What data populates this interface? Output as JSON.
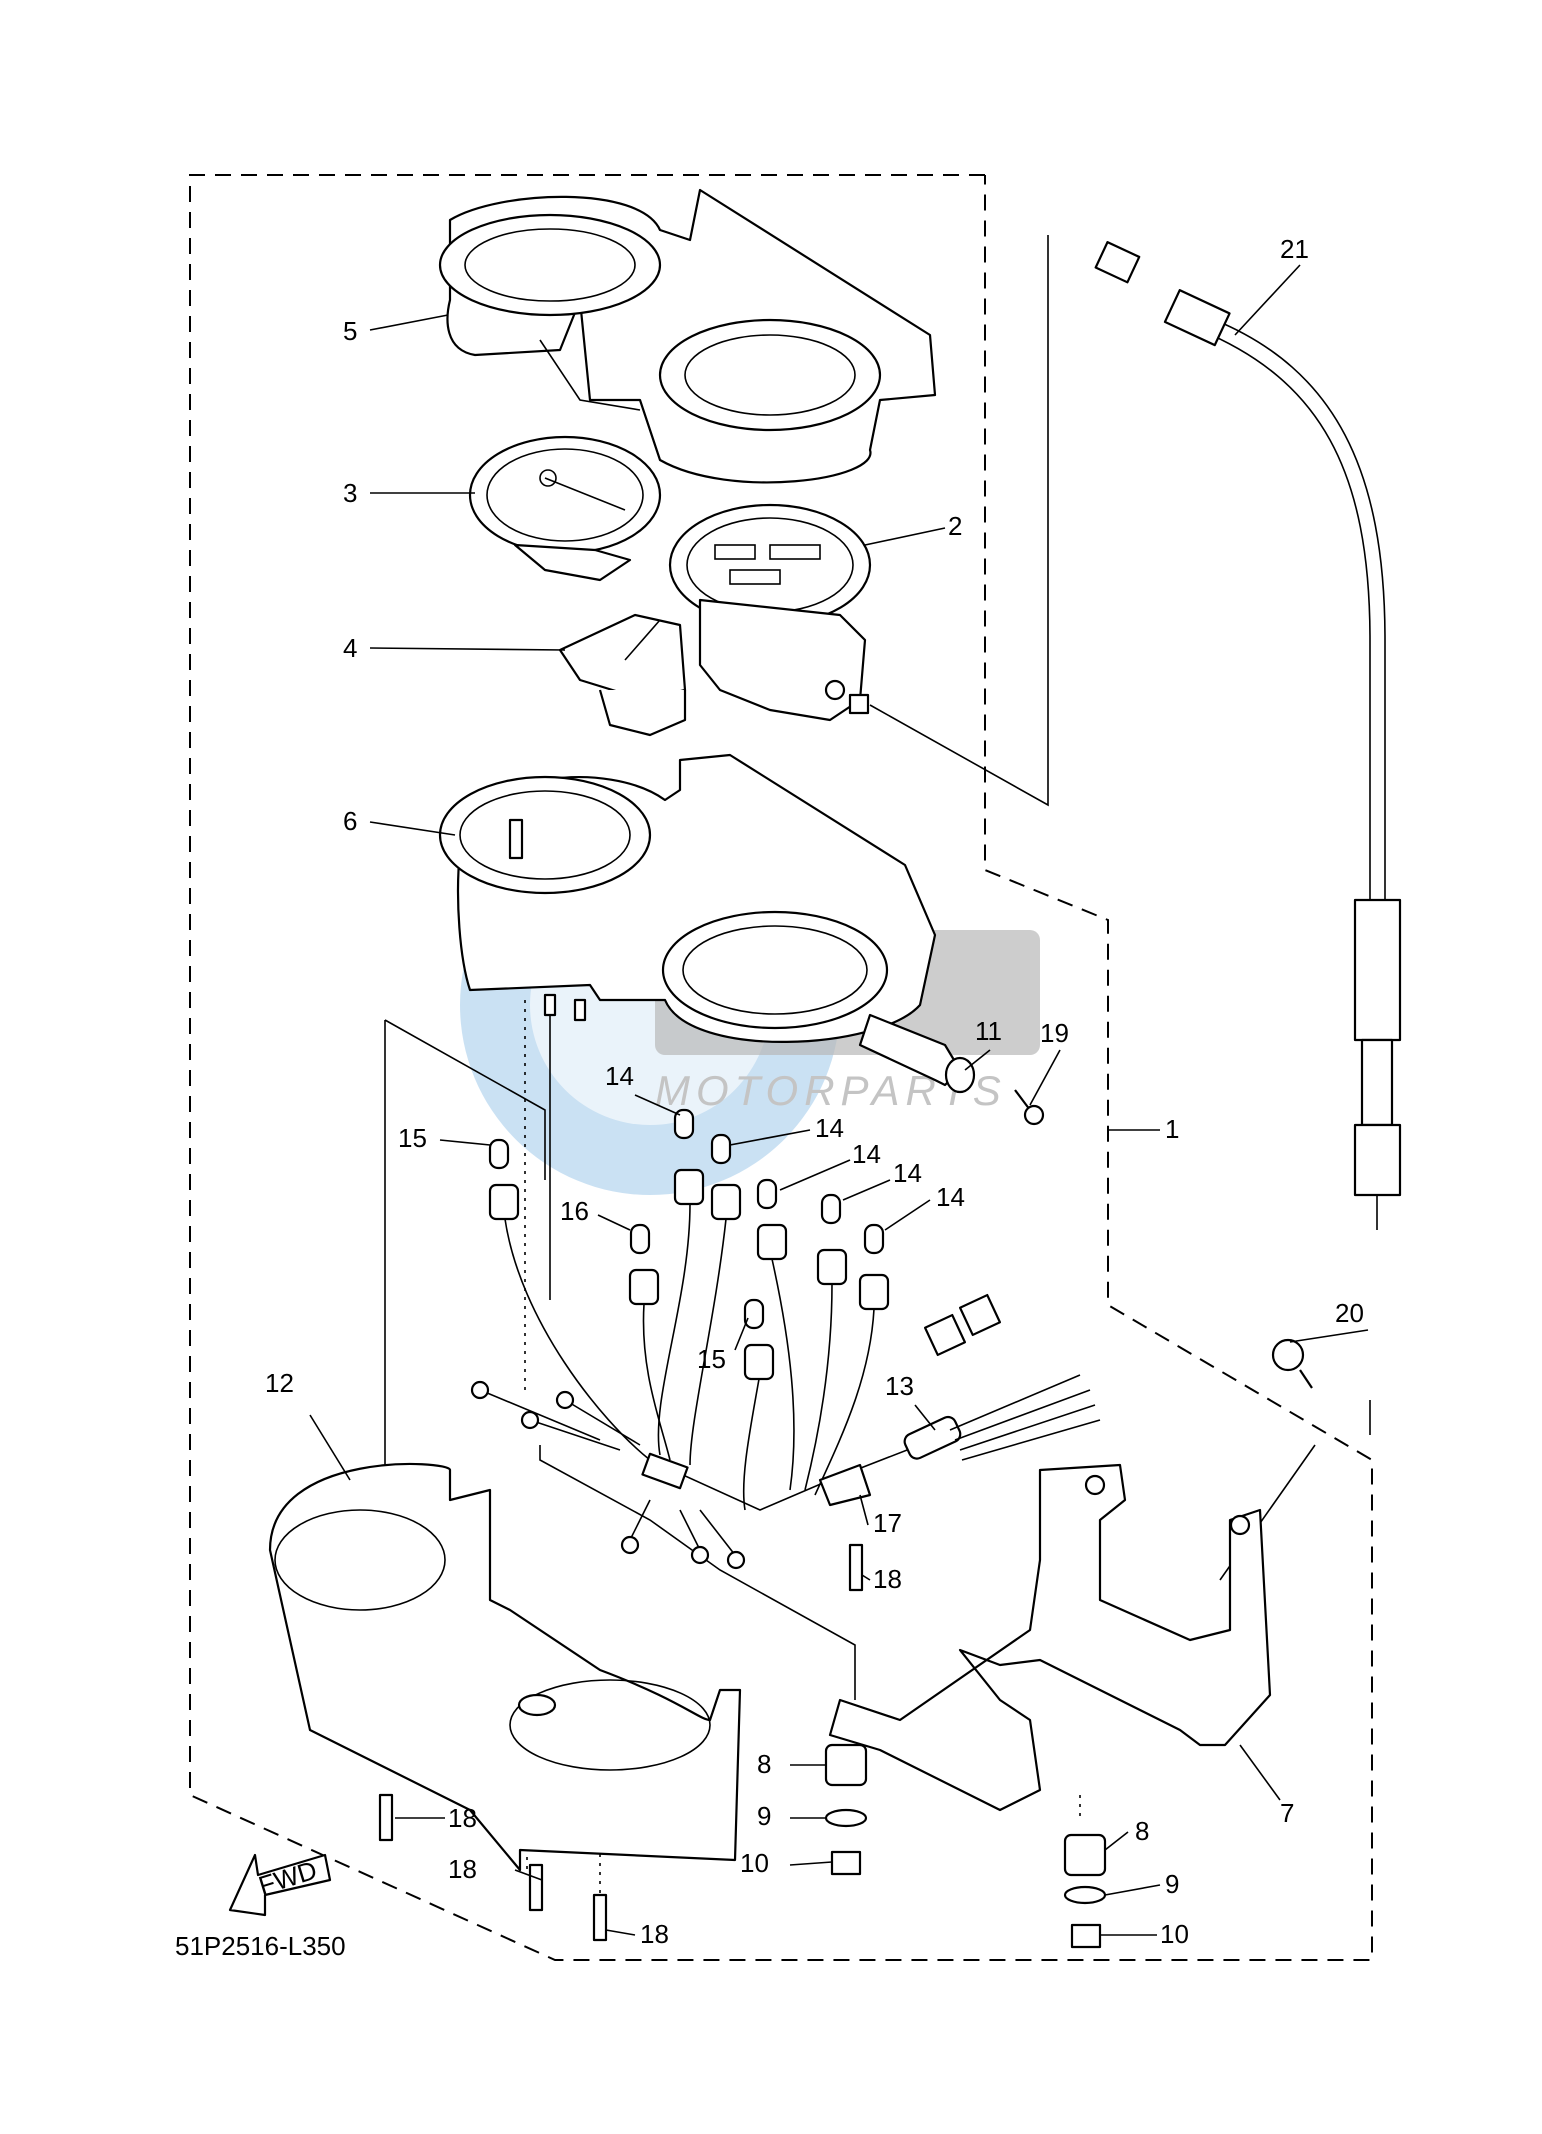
{
  "diagram": {
    "code": "51P2516-L350",
    "fwd_label": "FWD",
    "watermark_text": "MOTORPARTS",
    "callouts": [
      {
        "id": "c1",
        "label": "1"
      },
      {
        "id": "c2",
        "label": "2"
      },
      {
        "id": "c3",
        "label": "3"
      },
      {
        "id": "c4",
        "label": "4"
      },
      {
        "id": "c5",
        "label": "5"
      },
      {
        "id": "c6",
        "label": "6"
      },
      {
        "id": "c7",
        "label": "7"
      },
      {
        "id": "c8a",
        "label": "8"
      },
      {
        "id": "c8b",
        "label": "8"
      },
      {
        "id": "c9a",
        "label": "9"
      },
      {
        "id": "c9b",
        "label": "9"
      },
      {
        "id": "c10a",
        "label": "10"
      },
      {
        "id": "c10b",
        "label": "10"
      },
      {
        "id": "c11",
        "label": "11"
      },
      {
        "id": "c12",
        "label": "12"
      },
      {
        "id": "c13",
        "label": "13"
      },
      {
        "id": "c14a",
        "label": "14"
      },
      {
        "id": "c14b",
        "label": "14"
      },
      {
        "id": "c14c",
        "label": "14"
      },
      {
        "id": "c14d",
        "label": "14"
      },
      {
        "id": "c14e",
        "label": "14"
      },
      {
        "id": "c15a",
        "label": "15"
      },
      {
        "id": "c15b",
        "label": "15"
      },
      {
        "id": "c16",
        "label": "16"
      },
      {
        "id": "c17",
        "label": "17"
      },
      {
        "id": "c18a",
        "label": "18"
      },
      {
        "id": "c18b",
        "label": "18"
      },
      {
        "id": "c18c",
        "label": "18"
      },
      {
        "id": "c18d",
        "label": "18"
      },
      {
        "id": "c19",
        "label": "19"
      },
      {
        "id": "c20",
        "label": "20"
      },
      {
        "id": "c21",
        "label": "21"
      }
    ]
  }
}
